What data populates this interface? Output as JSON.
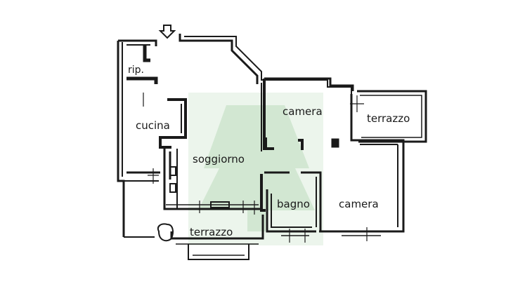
{
  "plan": {
    "colors": {
      "ink": "#1a1a1a",
      "paper": "#ffffff",
      "watermark": "#b7d9b7"
    },
    "icons": [
      "entrance-arrow-icon",
      "tree-watermark-icon"
    ],
    "rooms": {
      "ripostiglio": "rip.",
      "cucina": "cucina",
      "soggiorno": "soggiorno",
      "camera_top": "camera",
      "terrazzo_right": "terrazzo",
      "bagno": "bagno",
      "camera_bottom": "camera",
      "terrazzo_bottom": "terrazzo"
    }
  }
}
